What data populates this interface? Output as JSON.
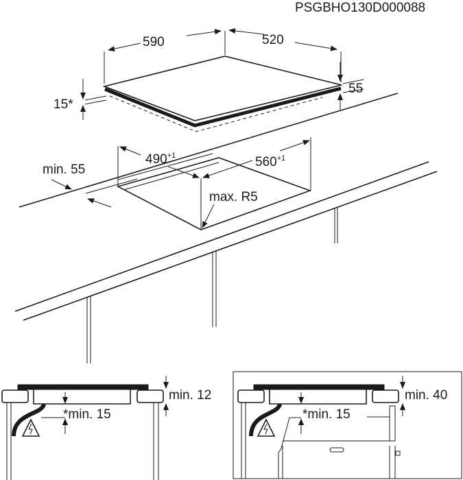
{
  "diagram_code": "PSGBHO130D000088",
  "hob": {
    "width": "590",
    "depth": "520",
    "height": "55",
    "edge_note": "15*"
  },
  "cutout": {
    "width": "490",
    "width_tol": "+1",
    "depth": "560",
    "depth_tol": "+1",
    "front_clearance": "min. 55",
    "radius": "max. R5"
  },
  "section_left": {
    "top_clearance": "min. 12",
    "below_clearance": "*min. 15"
  },
  "section_right": {
    "top_clearance": "min. 40",
    "below_clearance": "*min. 15"
  }
}
